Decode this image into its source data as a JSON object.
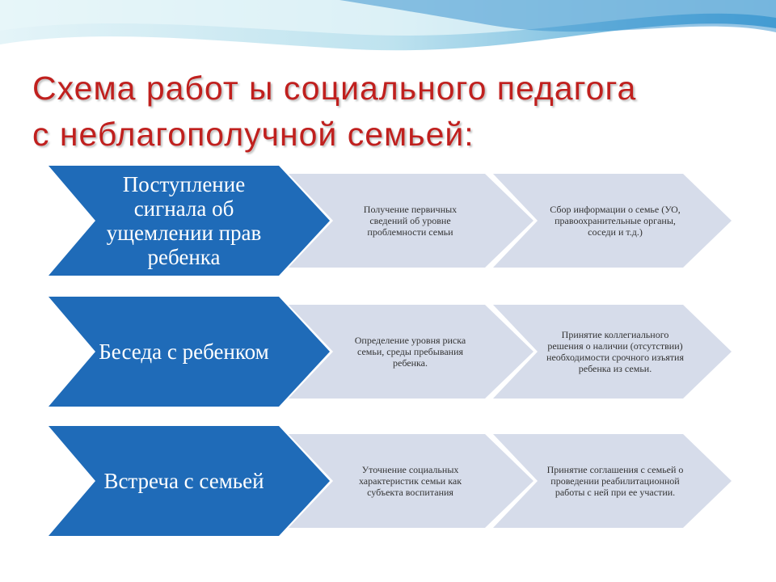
{
  "title": {
    "line1": "Схема работ ы социального педагога",
    "line2": "с неблагополучной семьей:"
  },
  "colors": {
    "title": "#c0201e",
    "primary_chevron": "#1f6bb8",
    "secondary_chevron": "#d6dcea",
    "wave_light": "#bfe3ef",
    "wave_blue": "#4aa3d6"
  },
  "rows": [
    {
      "main": "Поступление сигнала об ущемлении прав ребенка",
      "step1": "Получение первичных сведений об уровне проблемности семьи",
      "step2": "Сбор информации о семье (УО, правоохранительные органы, соседи и т.д.)"
    },
    {
      "main": "Беседа с ребенком",
      "step1": "Определение уровня риска семьи, среды пребывания ребенка.",
      "step2": "Принятие коллегиального решения о наличии (отсутствии) необходимости срочного изъятия ребенка из семьи."
    },
    {
      "main": "Встреча с семьей",
      "step1": "Уточнение социальных характеристик семьи как субъекта воспитания",
      "step2": "Принятие соглашения с семьей о проведении реабилитационной работы с ней при ее участии."
    }
  ]
}
